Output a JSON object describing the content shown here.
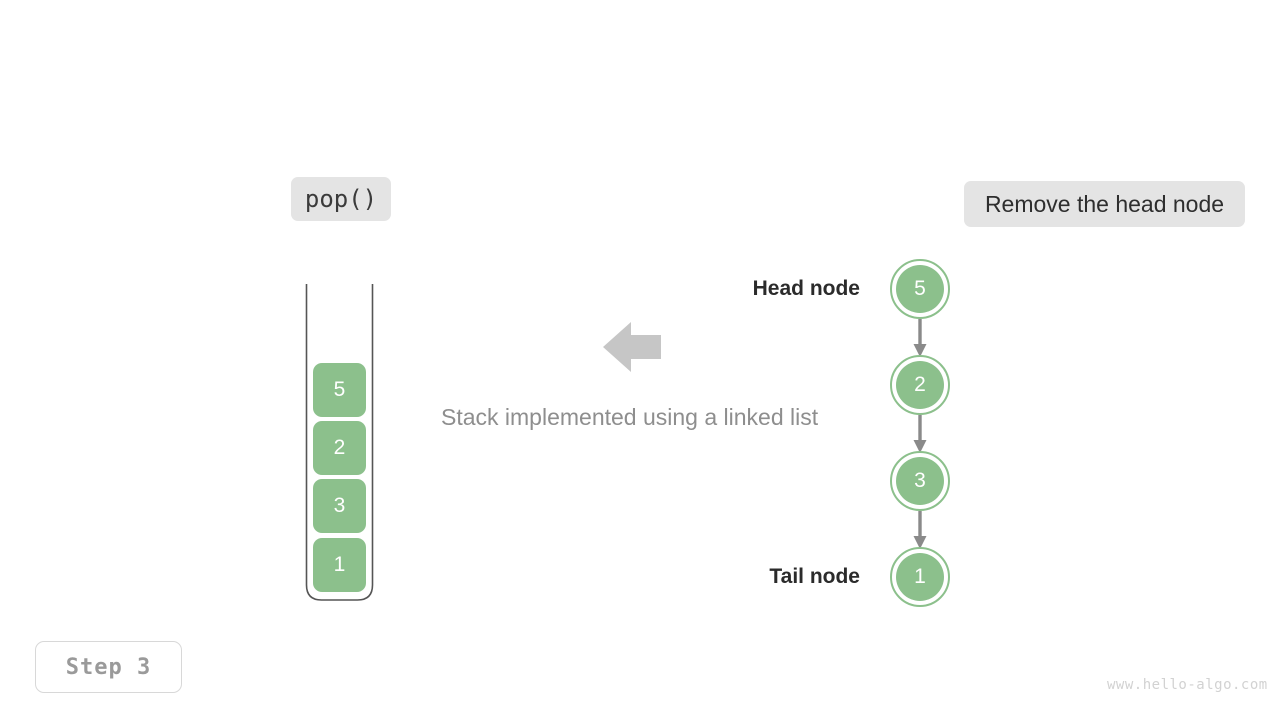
{
  "operation": {
    "label": "pop()"
  },
  "action": {
    "label": "Remove the head node"
  },
  "step": {
    "label": "Step 3"
  },
  "caption": {
    "text": "Stack implemented using a linked list"
  },
  "watermark": {
    "text": "www.hello-algo.com"
  },
  "colors": {
    "node_green": "#8cc08c",
    "chip_gray": "#e4e4e4",
    "arrow_gray": "#c6c6c6",
    "link_arrow_gray": "#8a8a8a",
    "text_dark": "#2b2b2b",
    "text_muted": "#8e8e8e",
    "watermark_gray": "#d2d2d2"
  },
  "stack": {
    "title": "stack-container",
    "cells": [
      {
        "value": "5"
      },
      {
        "value": "2"
      },
      {
        "value": "3"
      },
      {
        "value": "1"
      }
    ]
  },
  "linked_list": {
    "head_label": "Head node",
    "tail_label": "Tail node",
    "nodes": [
      {
        "value": "5"
      },
      {
        "value": "2"
      },
      {
        "value": "3"
      },
      {
        "value": "1"
      }
    ]
  },
  "transfer_arrow": {
    "direction": "left"
  }
}
